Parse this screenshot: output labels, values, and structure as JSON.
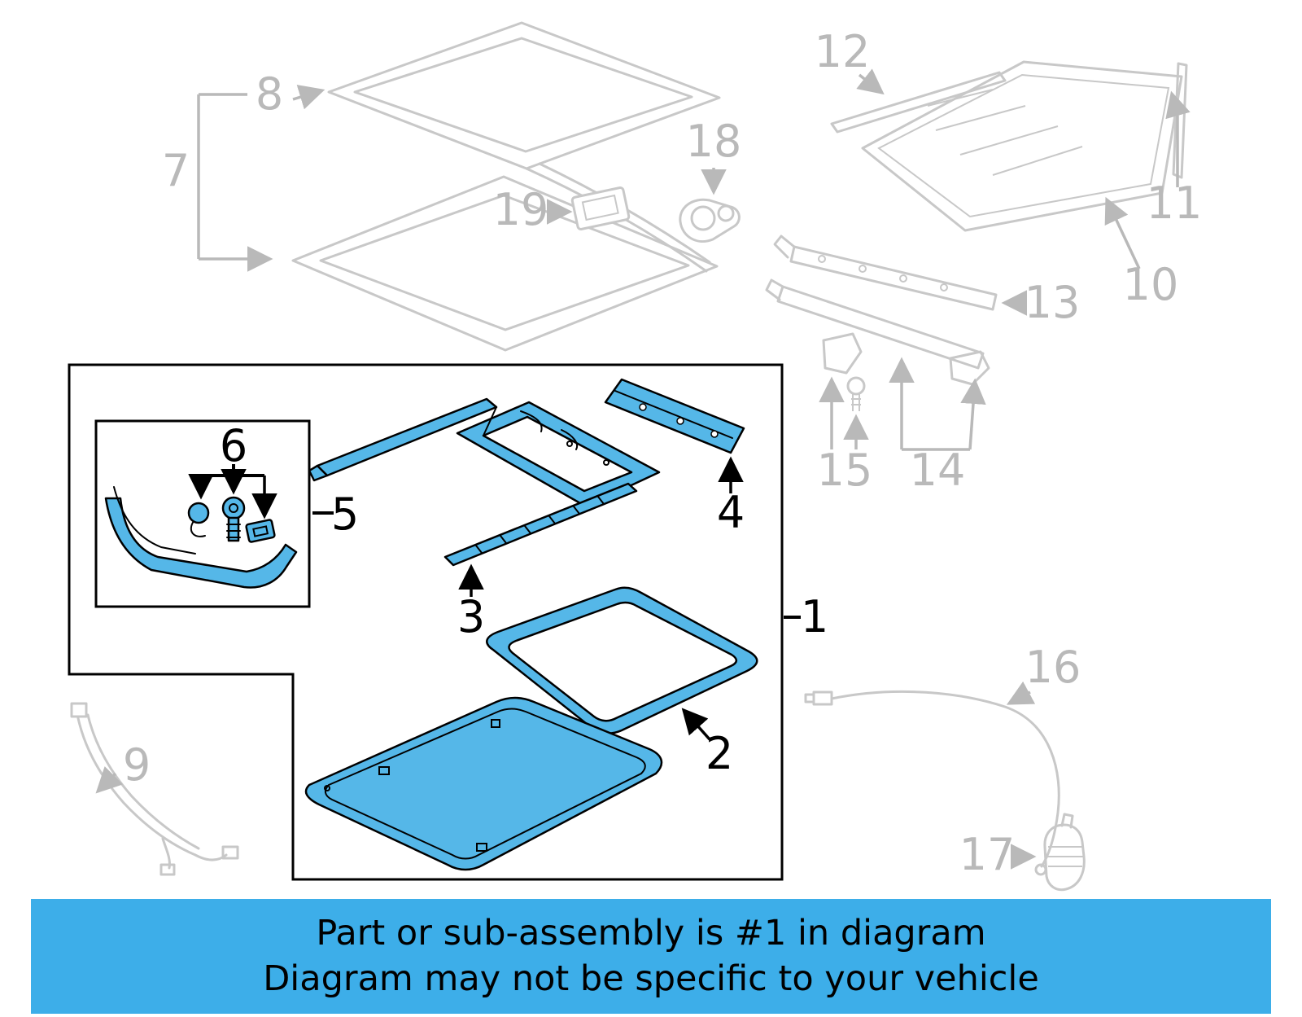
{
  "colors": {
    "highlight": "#55b7e8",
    "banner_bg": "#3daee9",
    "gray_line": "#c8c8c8",
    "gray_label": "#b9b9b9",
    "outline": "#000000"
  },
  "banner": {
    "line1": "Part or sub-assembly is #1 in diagram",
    "line2": "Diagram may not be specific to your vehicle"
  },
  "callouts": {
    "featured": {
      "c1": "1",
      "c2": "2",
      "c3": "3",
      "c4": "4",
      "c5": "5",
      "c6": "6"
    },
    "background": {
      "c7": "7",
      "c8": "8",
      "c9": "9",
      "c10": "10",
      "c11": "11",
      "c12": "12",
      "c13": "13",
      "c14": "14",
      "c15": "15",
      "c16": "16",
      "c17": "17",
      "c18": "18",
      "c19": "19"
    }
  }
}
